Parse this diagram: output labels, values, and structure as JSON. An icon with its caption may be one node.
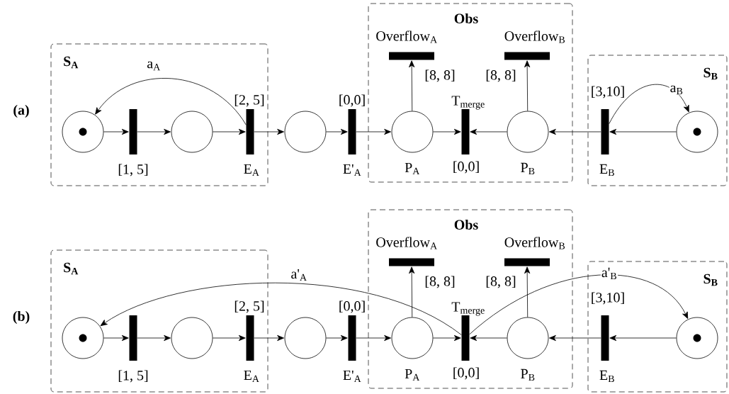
{
  "diagram": {
    "nodes": [
      {
        "text": [
          "S$_{A}$"
        ]
      },
      {
        "text": [],
        "shape": "circle",
        "in": 0
      },
      {
        "text": [],
        "shape": "bar",
        "in": 0,
        "beside": [
          "[1, 5]"
        ]
      },
      {
        "text": [],
        "shape": "circle",
        "in": 0
      },
      {
        "text": [],
        "shape": "bar",
        "in": 0,
        "beside": [
          "[2, 5]",
          "E$_{A}$"
        ]
      },
      {
        "text": [],
        "shape": "circle"
      },
      {
        "text": [],
        "shape": "bar",
        "beside": [
          "[0,0]",
          "E'$_{A}$"
        ]
      },
      {
        "text": [
          "Obs"
        ]
      },
      {
        "text": [],
        "shape": "circle",
        "in": 7,
        "beside": [
          "P$_{A}$"
        ]
      },
      {
        "text": [],
        "shape": "bar",
        "in": 7,
        "beside": [
          "Overflow$_{A}$",
          "[8, 8]"
        ]
      },
      {
        "text": [],
        "shape": "bar",
        "in": 7,
        "beside": [
          "T$_{merge}$",
          "[0,0]"
        ]
      },
      {
        "text": [],
        "shape": "circle",
        "in": 7,
        "beside": [
          "P$_{B}$"
        ]
      },
      {
        "text": [],
        "shape": "bar",
        "in": 7,
        "beside": [
          "Overflow$_{B}$",
          "[8, 8]"
        ]
      },
      {
        "text": [
          "S$_{B}$"
        ]
      },
      {
        "text": [],
        "shape": "bar",
        "in": 13,
        "beside": [
          "[3,10]",
          "E$_{B}$"
        ]
      },
      {
        "text": [],
        "shape": "circle",
        "in": 13
      },
      {
        "text": [
          "S$_{A}$"
        ]
      },
      {
        "text": [],
        "shape": "circle",
        "in": 16
      },
      {
        "text": [],
        "shape": "bar",
        "in": 16,
        "beside": [
          "[1, 5]"
        ]
      },
      {
        "text": [],
        "shape": "circle",
        "in": 16
      },
      {
        "text": [],
        "shape": "bar",
        "in": 16,
        "beside": [
          "[2, 5]",
          "E$_{A}$"
        ]
      },
      {
        "text": [],
        "shape": "circle"
      },
      {
        "text": [],
        "shape": "bar",
        "beside": [
          "[0,0]",
          "E'$_{A}$"
        ]
      },
      {
        "text": [
          "Obs"
        ]
      },
      {
        "text": [],
        "shape": "circle",
        "in": 23,
        "beside": [
          "P$_{A}$"
        ]
      },
      {
        "text": [],
        "shape": "bar",
        "in": 23,
        "beside": [
          "Overflow$_{A}$",
          "[8, 8]"
        ]
      },
      {
        "text": [],
        "shape": "bar",
        "in": 23,
        "beside": [
          "T$_{merge}$",
          "[0,0]"
        ]
      },
      {
        "text": [],
        "shape": "circle",
        "in": 23,
        "beside": [
          "P$_{B}$"
        ]
      },
      {
        "text": [],
        "shape": "bar",
        "in": 23,
        "beside": [
          "Overflow$_{B}$",
          "[8, 8]"
        ]
      },
      {
        "text": [
          "S$_{B}$"
        ]
      },
      {
        "text": [],
        "shape": "bar",
        "in": 29,
        "beside": [
          "[3,10]",
          "E$_{B}$"
        ]
      },
      {
        "text": [],
        "shape": "circle",
        "in": 29
      }
    ],
    "edges": [
      {
        "from": 1,
        "to": 2,
        "arrow": "to"
      },
      {
        "from": 2,
        "to": 3,
        "arrow": "to"
      },
      {
        "from": 3,
        "to": 4,
        "arrow": "to"
      },
      {
        "from": 4,
        "to": 5,
        "arrow": "to"
      },
      {
        "from": 5,
        "to": 6,
        "arrow": "to"
      },
      {
        "from": 6,
        "to": 8,
        "arrow": "to"
      },
      {
        "from": 8,
        "to": 10,
        "arrow": "to"
      },
      {
        "from": 8,
        "to": 9,
        "arrow": "to"
      },
      {
        "from": 11,
        "to": 10,
        "arrow": "to"
      },
      {
        "from": 11,
        "to": 12,
        "arrow": "to"
      },
      {
        "from": 14,
        "to": 11,
        "arrow": "to"
      },
      {
        "from": 15,
        "to": 14,
        "arrow": "to"
      },
      {
        "from": 4,
        "to": 1,
        "arrow": "to",
        "label": "a$_{A}$"
      },
      {
        "from": 14,
        "to": 15,
        "arrow": "to",
        "label": "a$_{B}$"
      },
      {
        "from": 17,
        "to": 18,
        "arrow": "to"
      },
      {
        "from": 18,
        "to": 19,
        "arrow": "to"
      },
      {
        "from": 19,
        "to": 20,
        "arrow": "to"
      },
      {
        "from": 20,
        "to": 21,
        "arrow": "to"
      },
      {
        "from": 21,
        "to": 22,
        "arrow": "to"
      },
      {
        "from": 22,
        "to": 24,
        "arrow": "to"
      },
      {
        "from": 24,
        "to": 26,
        "arrow": "to"
      },
      {
        "from": 24,
        "to": 25,
        "arrow": "to"
      },
      {
        "from": 27,
        "to": 26,
        "arrow": "to"
      },
      {
        "from": 27,
        "to": 28,
        "arrow": "to"
      },
      {
        "from": 30,
        "to": 27,
        "arrow": "to"
      },
      {
        "from": 31,
        "to": 30,
        "arrow": "to"
      },
      {
        "from": 26,
        "to": 17,
        "arrow": "to",
        "label": "a'$_{A}$"
      },
      {
        "from": 26,
        "to": 31,
        "arrow": "to",
        "label": "a'$_{B}$"
      }
    ],
    "labels": [
      "(a)",
      "(b)"
    ]
  }
}
